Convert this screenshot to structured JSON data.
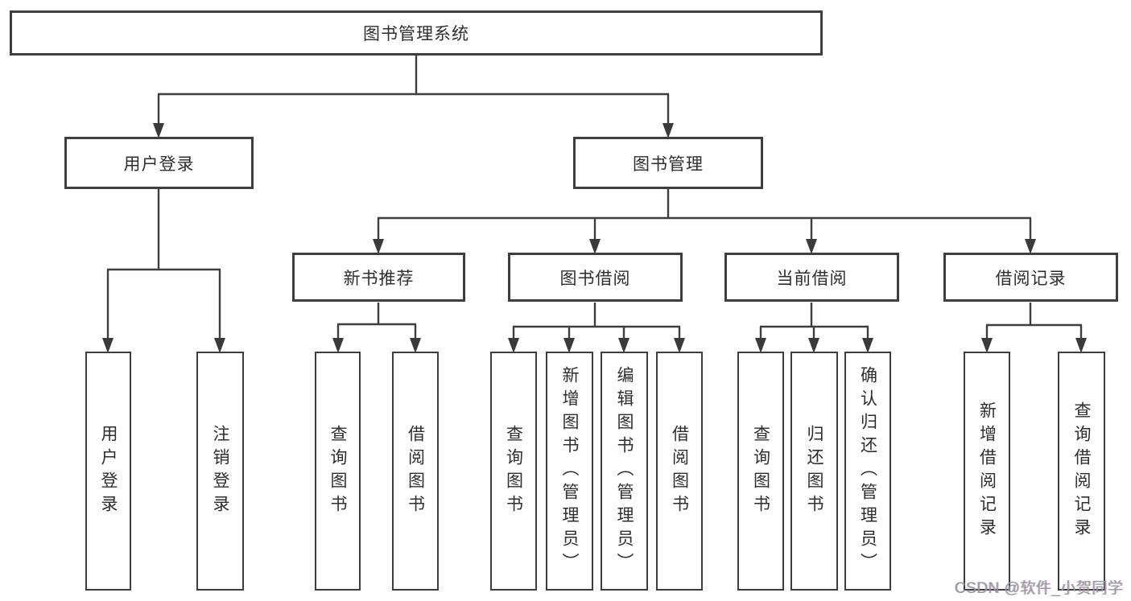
{
  "tree": {
    "label": "图书管理系统",
    "children": [
      {
        "label": "用户登录",
        "children": [
          {
            "label": "用户登录"
          },
          {
            "label": "注销登录"
          }
        ]
      },
      {
        "label": "图书管理",
        "children": [
          {
            "label": "新书推荐",
            "children": [
              {
                "label": "查询图书"
              },
              {
                "label": "借阅图书"
              }
            ]
          },
          {
            "label": "图书借阅",
            "children": [
              {
                "label": "查询图书"
              },
              {
                "label": "新增图书（管理员）"
              },
              {
                "label": "编辑图书（管理员）"
              },
              {
                "label": "借阅图书"
              }
            ]
          },
          {
            "label": "当前借阅",
            "children": [
              {
                "label": "查询图书"
              },
              {
                "label": "归还图书"
              },
              {
                "label": "确认归还（管理员）"
              }
            ]
          },
          {
            "label": "借阅记录",
            "children": [
              {
                "label": "新增借阅记录"
              },
              {
                "label": "查询借阅记录"
              }
            ]
          }
        ]
      }
    ]
  },
  "watermark": "CSDN @软件_小贺同学",
  "colors": {
    "background": "#ffffff",
    "line": "#3e3e3e",
    "border": "#3e3e3e",
    "text": "#2e2e2e",
    "watermark": "#94989e"
  }
}
